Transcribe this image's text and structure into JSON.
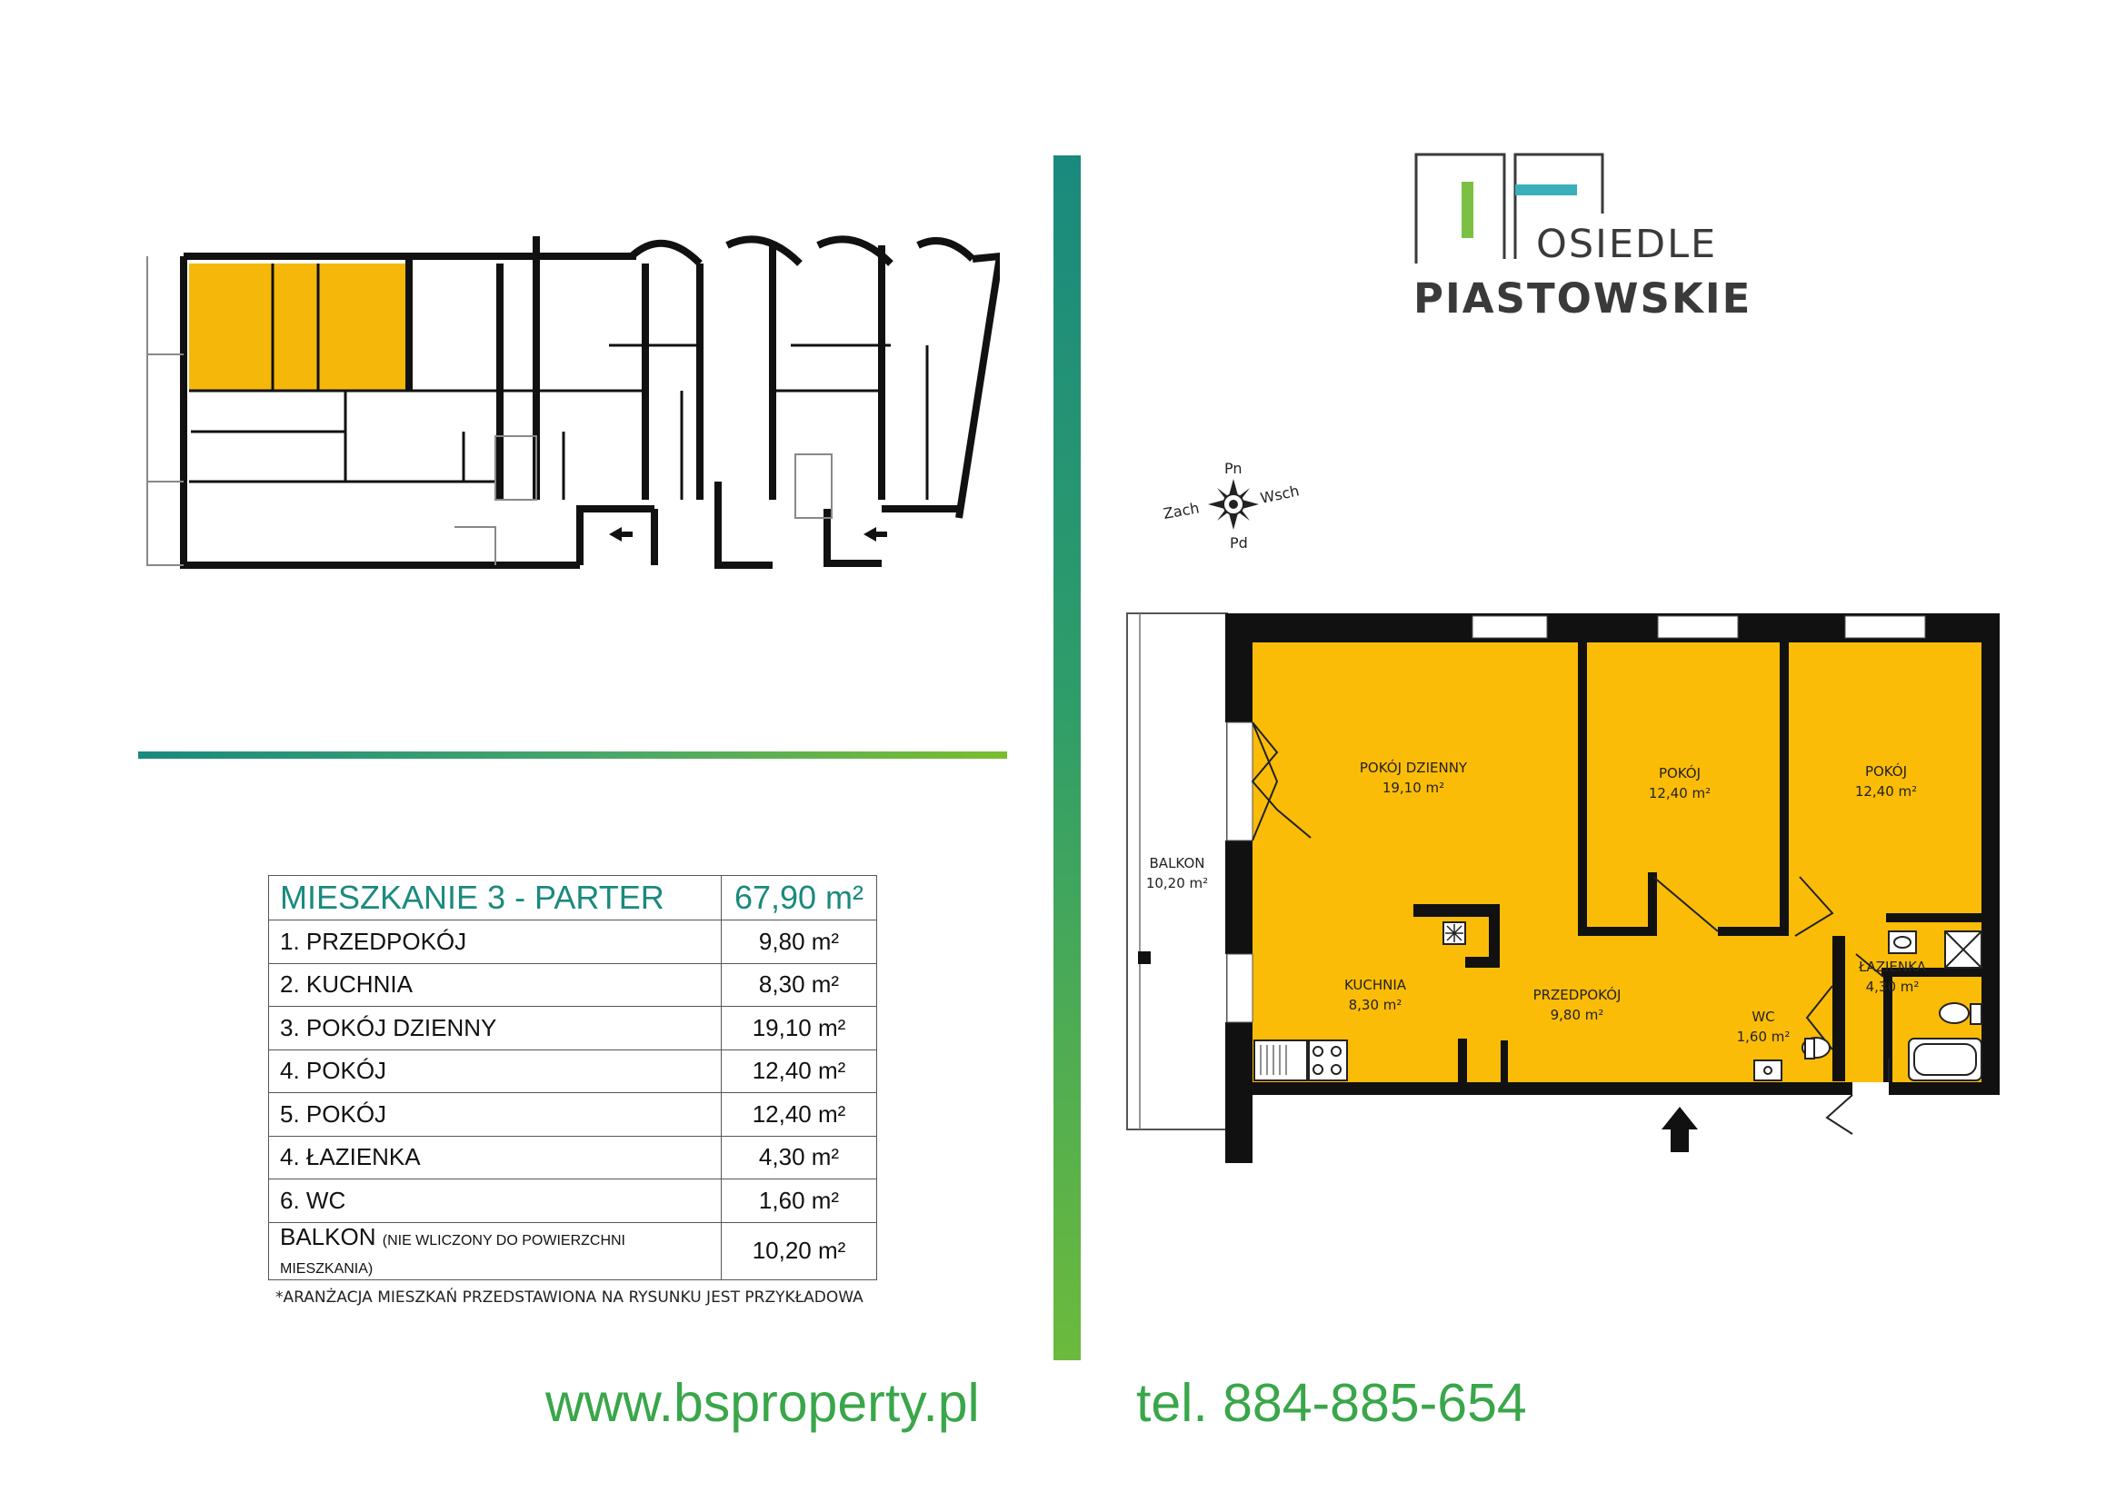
{
  "logo": {
    "line1": "OSIEDLE",
    "line2": "PIASTOWSKIE",
    "colors": {
      "green": "#7bc043",
      "teal": "#3aafb9",
      "text": "#3a3a3a"
    }
  },
  "compass": {
    "north": "Pn",
    "south": "Pd",
    "west": "Zach",
    "east": "Wsch"
  },
  "table": {
    "title": "MIESZKANIE 3 - PARTER",
    "total": "67,90 m²",
    "rows": [
      {
        "label": "1. PRZEDPOKÓJ",
        "value": "9,80 m²"
      },
      {
        "label": "2. KUCHNIA",
        "value": "8,30 m²"
      },
      {
        "label": "3. POKÓJ DZIENNY",
        "value": "19,10 m²"
      },
      {
        "label": "4. POKÓJ",
        "value": "12,40 m²"
      },
      {
        "label": "5. POKÓJ",
        "value": "12,40 m²"
      },
      {
        "label": "4. ŁAZIENKA",
        "value": "4,30 m²"
      },
      {
        "label": "6. WC",
        "value": "1,60 m²"
      }
    ],
    "balcony": {
      "label": "BALKON",
      "note": "(NIE WLICZONY DO POWIERZCHNI MIESZKANIA)",
      "value": "10,20 m²"
    }
  },
  "footnote": "*ARANŻACJA MIESZKAŃ PRZEDSTAWIONA NA RYSUNKU JEST PRZYKŁADOWA",
  "plan": {
    "living": {
      "name": "POKÓJ DZIENNY",
      "area": "19,10 m²"
    },
    "room1": {
      "name": "POKÓJ",
      "area": "12,40 m²"
    },
    "room2": {
      "name": "POKÓJ",
      "area": "12,40 m²"
    },
    "kitchen": {
      "name": "KUCHNIA",
      "area": "8,30 m²"
    },
    "hall": {
      "name": "PRZEDPOKÓJ",
      "area": "9,80 m²"
    },
    "wc": {
      "name": "WC",
      "area": "1,60 m²"
    },
    "bathroom": {
      "name": "ŁAZIENKA",
      "area": "4,30 m²"
    },
    "balcony": {
      "name": "BALKON",
      "area": "10,20 m²"
    }
  },
  "contact": {
    "url": "www.bsproperty.pl",
    "phone": "tel. 884-885-654"
  },
  "colors": {
    "apartment_fill": "#fbbc07",
    "wall": "#111111",
    "accent_teal": "#1a8a7e",
    "accent_green": "#3aa64a"
  }
}
